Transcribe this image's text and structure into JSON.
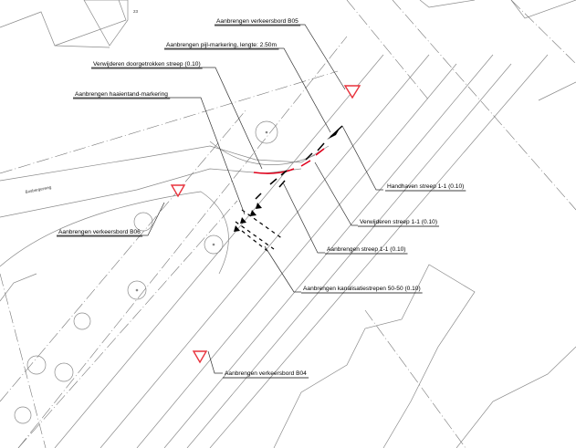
{
  "drawing": {
    "building_number": "23",
    "street_name": "Bosbergerweg",
    "annotations": [
      {
        "id": "b05",
        "text": "Aanbrengen verkeersbord B05"
      },
      {
        "id": "pijl",
        "text": "Aanbrengen pijl-markering, lengte: 2.50m"
      },
      {
        "id": "verw_doorg",
        "text": "Verwijderen doorgetrokken streep (0.10)"
      },
      {
        "id": "haaientand",
        "text": "Aanbrengen haaientand-markering"
      },
      {
        "id": "b06",
        "text": "Aanbrengen verkeersbord B06"
      },
      {
        "id": "handhaven",
        "text": "Handhaven streep 1-1 (0.10)"
      },
      {
        "id": "verw_streep",
        "text": "Verwijderen streep 1-1 (0.10)"
      },
      {
        "id": "aanbr_streep",
        "text": "Aanbrengen streep 1-1 (0.10)"
      },
      {
        "id": "kanalisatie",
        "text": "Aanbrengen kanalisatiestrepen 50-50 (0.10)"
      },
      {
        "id": "b04",
        "text": "Aanbrengen verkeersbord B04"
      }
    ]
  },
  "colors": {
    "removal": "#e0001b",
    "sign": "#e8323c",
    "line": "#8a8a8a",
    "text": "#000000"
  }
}
